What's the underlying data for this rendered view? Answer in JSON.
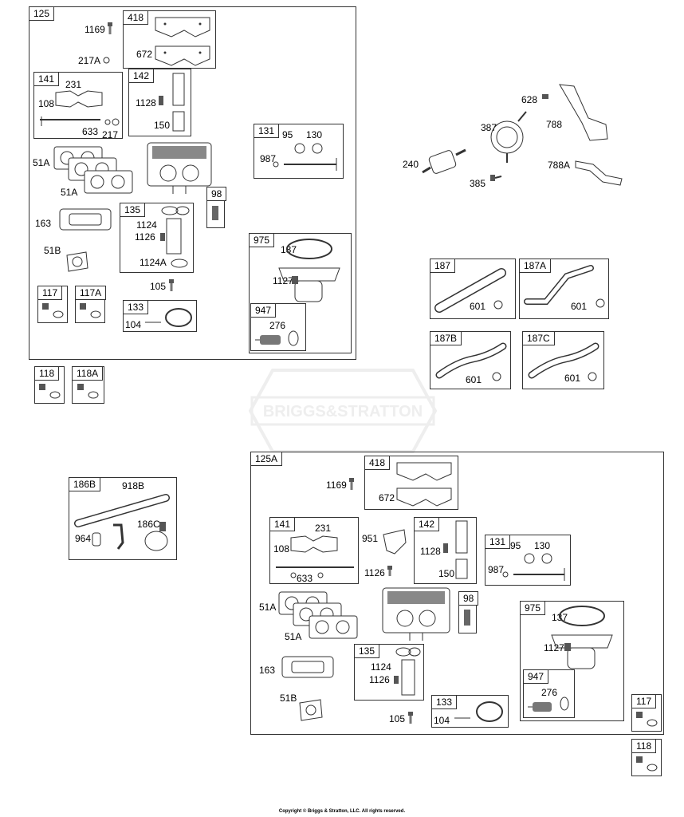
{
  "watermark": {
    "brand": "BRIGGS&STRATTON"
  },
  "copyright": "Copyright © Briggs & Stratton, LLC. All rights reserved.",
  "boxes": {
    "b125": "125",
    "b418": "418",
    "b141": "141",
    "b142": "142",
    "b131": "131",
    "b98": "98",
    "b135": "135",
    "b975": "975",
    "b947": "947",
    "b117": "117",
    "b117A": "117A",
    "b133": "133",
    "b118": "118",
    "b118A": "118A",
    "b187": "187",
    "b187A": "187A",
    "b187B": "187B",
    "b187C": "187C",
    "b186B": "186B",
    "b125A": "125A",
    "b418a": "418",
    "b141a": "141",
    "b142a": "142",
    "b131a": "131",
    "b98a": "98",
    "b975a": "975",
    "b947a": "947",
    "b135a": "135",
    "b133a": "133",
    "b117a2": "117",
    "b118a2": "118"
  },
  "labels": {
    "l1169": "1169",
    "l217A": "217A",
    "l672": "672",
    "l231": "231",
    "l108": "108",
    "l633": "633",
    "l217": "217",
    "l1128": "1128",
    "l150": "150",
    "l95": "95",
    "l130": "130",
    "l987": "987",
    "l51A1": "51A",
    "l51A2": "51A",
    "l163": "163",
    "l1124": "1124",
    "l1126": "1126",
    "l1124A": "1124A",
    "l51B": "51B",
    "l105": "105",
    "l104": "104",
    "l137": "137",
    "l1127": "1127",
    "l276": "276",
    "l628": "628",
    "l788": "788",
    "l387": "387",
    "l240": "240",
    "l385": "385",
    "l788A": "788A",
    "l601a": "601",
    "l601b": "601",
    "l601c": "601",
    "l601d": "601",
    "l918B": "918B",
    "l186C": "186C",
    "l964": "964",
    "m1169": "1169",
    "m672": "672",
    "m231": "231",
    "m951": "951",
    "m108": "108",
    "m633": "633",
    "m1126b": "1126",
    "m1128": "1128",
    "m150": "150",
    "m95": "95",
    "m130": "130",
    "m987": "987",
    "m51A1": "51A",
    "m51A2": "51A",
    "m163": "163",
    "m1124": "1124",
    "m1126": "1126",
    "m51B": "51B",
    "m105": "105",
    "m104": "104",
    "m137": "137",
    "m1127": "1127",
    "m276": "276"
  }
}
